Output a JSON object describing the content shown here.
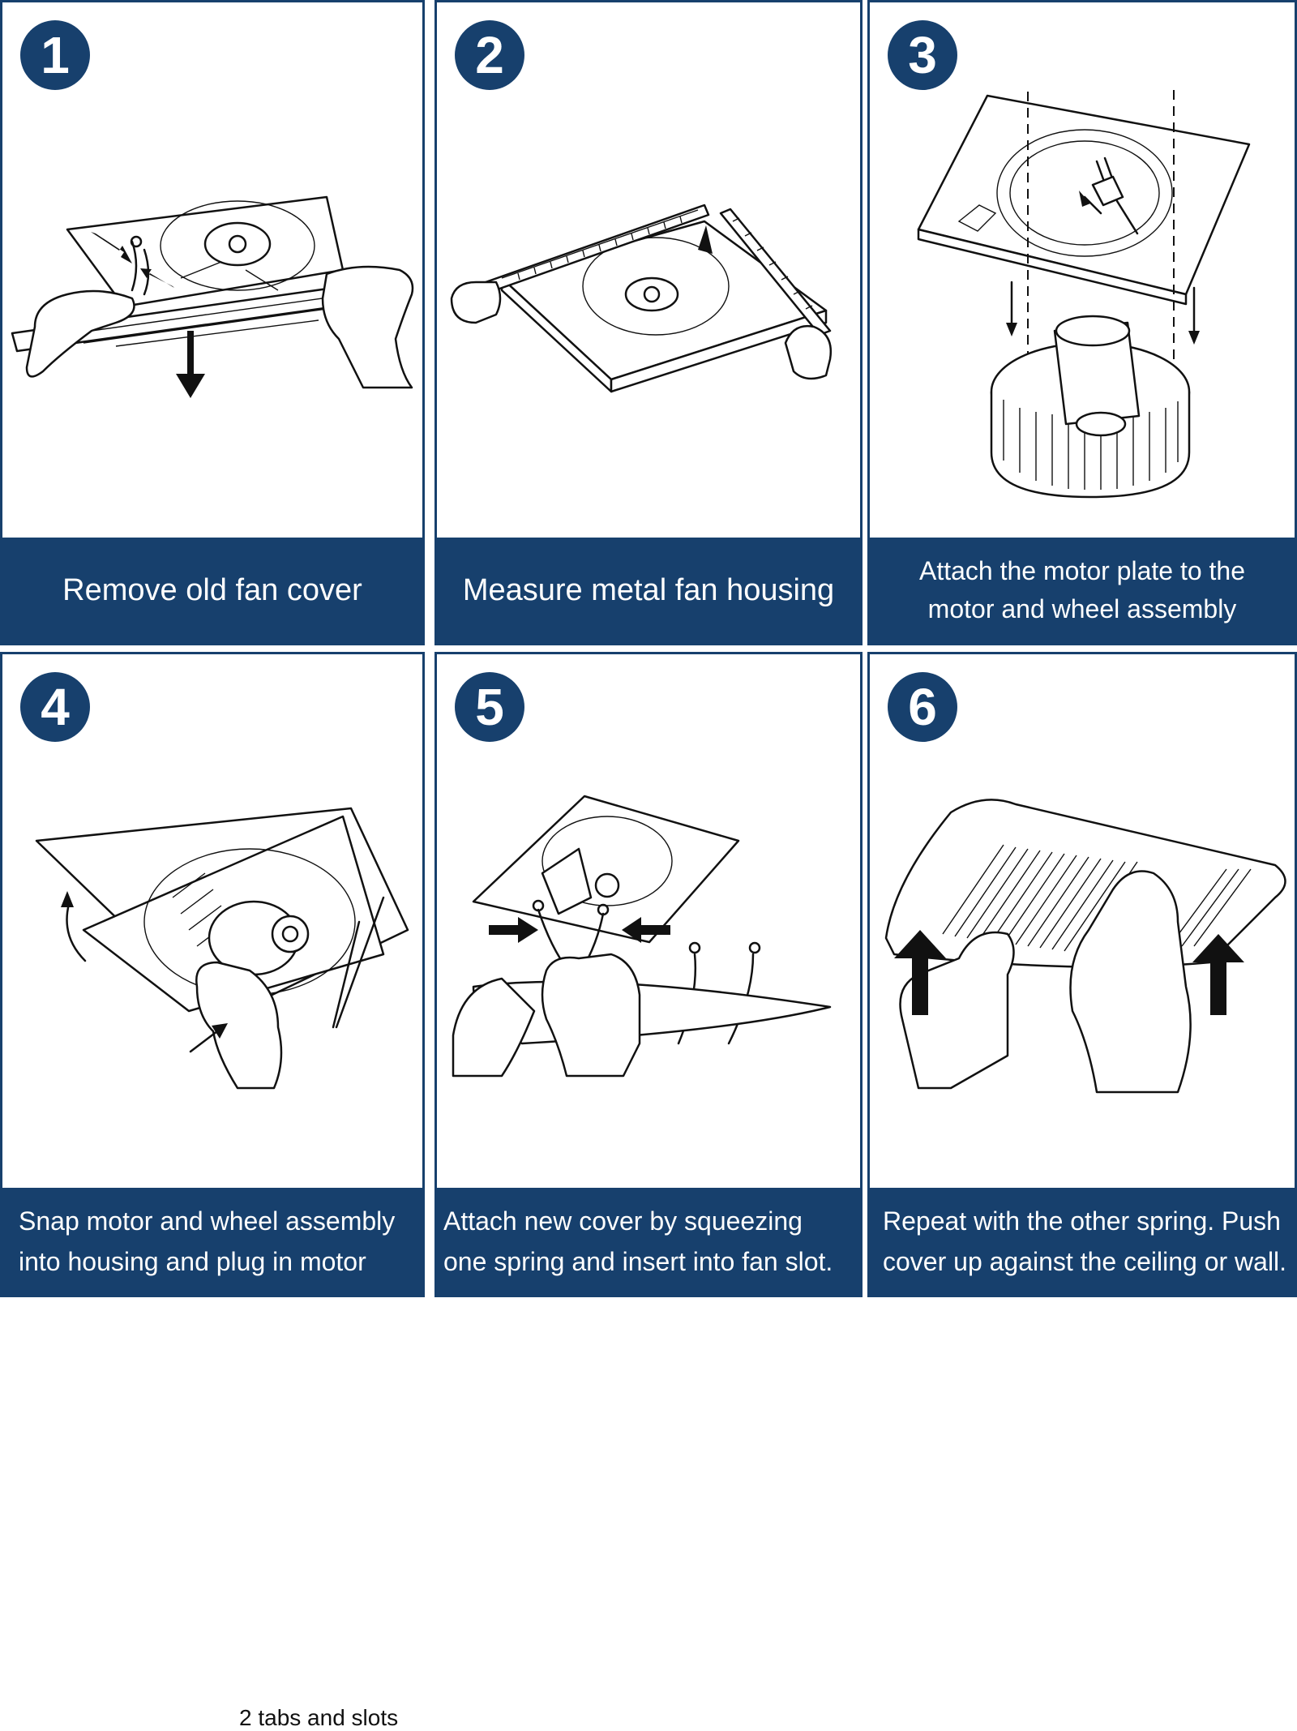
{
  "colors": {
    "accent": "#17406d",
    "background": "#ffffff",
    "caption_text": "#ffffff"
  },
  "steps": [
    {
      "number": "1",
      "caption": "Remove old fan cover"
    },
    {
      "number": "2",
      "caption": "Measure metal fan housing"
    },
    {
      "number": "3",
      "caption_lines": [
        "Attach the motor plate to the",
        "motor and wheel assembly"
      ]
    },
    {
      "number": "4",
      "caption_lines": [
        "Snap motor and wheel assembly",
        "into housing and plug in motor"
      ],
      "annotation": "2 tabs and slots"
    },
    {
      "number": "5",
      "caption_lines": [
        "Attach new cover by squeezing",
        "one spring and insert into fan slot."
      ]
    },
    {
      "number": "6",
      "caption_lines": [
        "Repeat with the other spring. Push",
        "cover up against the ceiling or wall."
      ]
    }
  ]
}
